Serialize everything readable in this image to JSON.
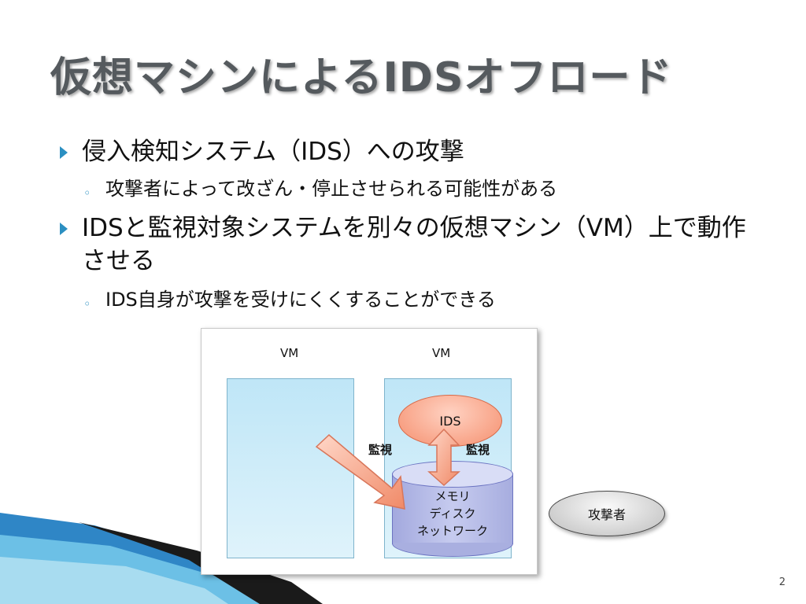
{
  "slide": {
    "title": "仮想マシンによるIDSオフロード",
    "page_number": "2",
    "accent_color": "#2b8fc1"
  },
  "bullets": [
    {
      "text": "侵入検知システム（IDS）への攻撃",
      "sub": [
        "攻撃者によって改ざん・停止させられる可能性がある"
      ]
    },
    {
      "text": "IDSと監視対象システムを別々の仮想マシン（VM）上で動作させる",
      "sub": [
        "IDS自身が攻撃を受けにくくすることができる"
      ]
    }
  ],
  "diagram": {
    "vm_left_label": "VM",
    "vm_right_label": "VM",
    "ids_label": "IDS",
    "monitor_left": "監視",
    "monitor_right": "監視",
    "resources": [
      "メモリ",
      "ディスク",
      "ネットワーク"
    ],
    "attacker_label": "攻撃者",
    "vm_color": "#bfe6f7",
    "ids_color": "#f58f6e",
    "resource_color": "#a3a9de",
    "arrow_color": "#f4a08a"
  }
}
